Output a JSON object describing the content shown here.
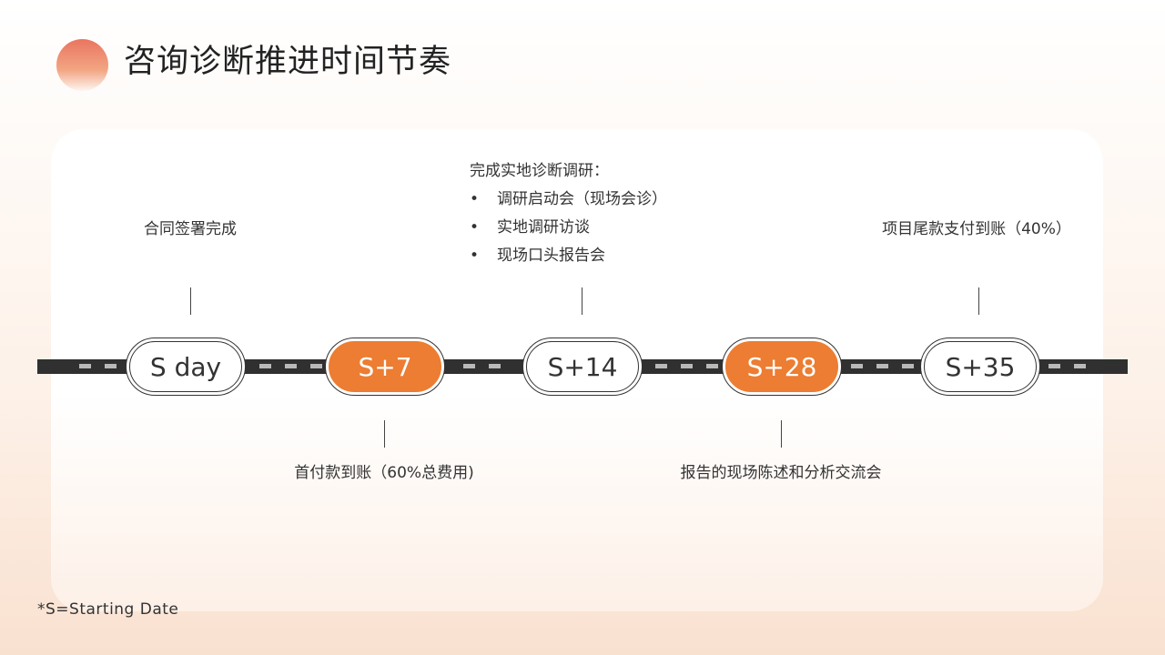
{
  "header": {
    "title": "咨询诊断推进时间节奏"
  },
  "timeline": {
    "nodes": [
      {
        "label": "S day",
        "highlighted": false
      },
      {
        "label": "S+7",
        "highlighted": true
      },
      {
        "label": "S+14",
        "highlighted": false
      },
      {
        "label": "S+28",
        "highlighted": true
      },
      {
        "label": "S+35",
        "highlighted": false
      }
    ],
    "events": {
      "s_day": "合同签署完成",
      "s7": "首付款到账（60%总费用)",
      "s14": {
        "heading": "完成实地诊断调研：",
        "items": [
          "调研启动会（现场会诊）",
          "实地调研访谈",
          "现场口头报告会"
        ]
      },
      "s28": "报告的现场陈述和分析交流会",
      "s35": "项目尾款支付到账（40%）"
    }
  },
  "footnote": "*S=Starting Date",
  "colors": {
    "accent": "#ec7d32",
    "road": "#303030",
    "dash": "#b9b9b9"
  },
  "icons": {
    "bullet": "•"
  }
}
